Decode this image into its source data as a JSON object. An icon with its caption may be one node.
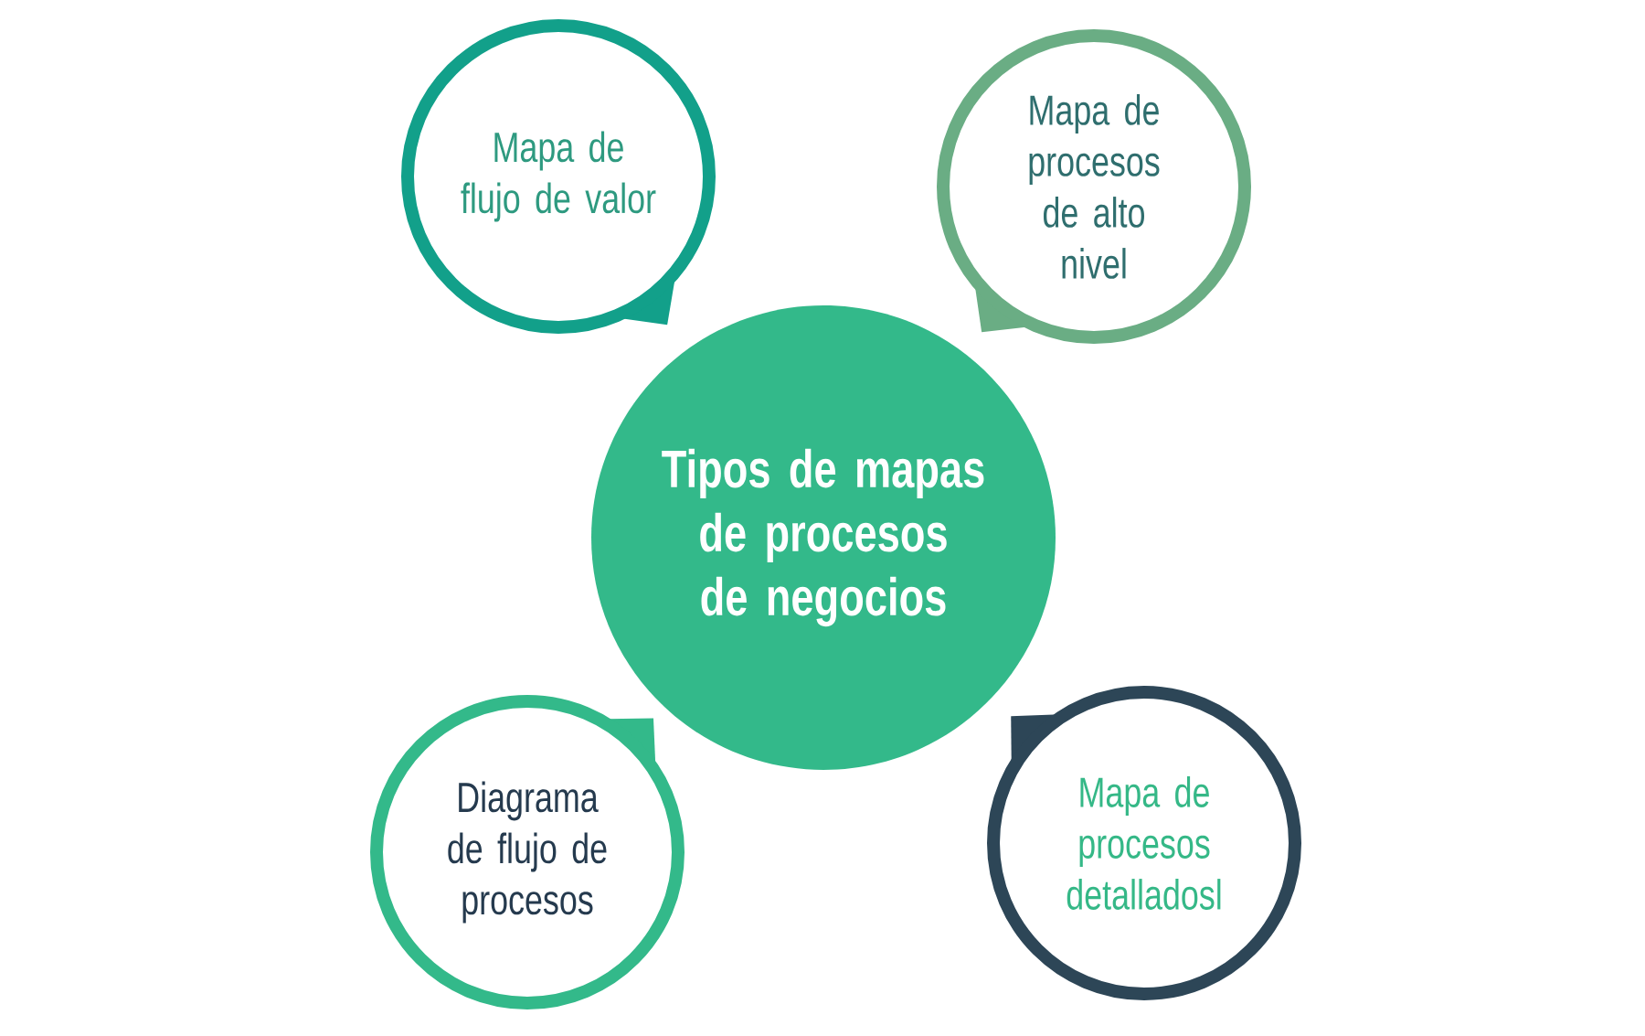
{
  "diagram": {
    "nodes": [
      {
        "text": [
          "Tipos de mapas de procesos de negocios"
        ]
      },
      {
        "text": [
          "Mapa de flujo de valor"
        ]
      },
      {
        "text": [
          "Mapa de procesos de alto nivel"
        ]
      },
      {
        "text": [
          "Diagrama de flujo de procesos"
        ]
      },
      {
        "text": [
          "Mapa de procesos detalladosl"
        ]
      }
    ]
  }
}
